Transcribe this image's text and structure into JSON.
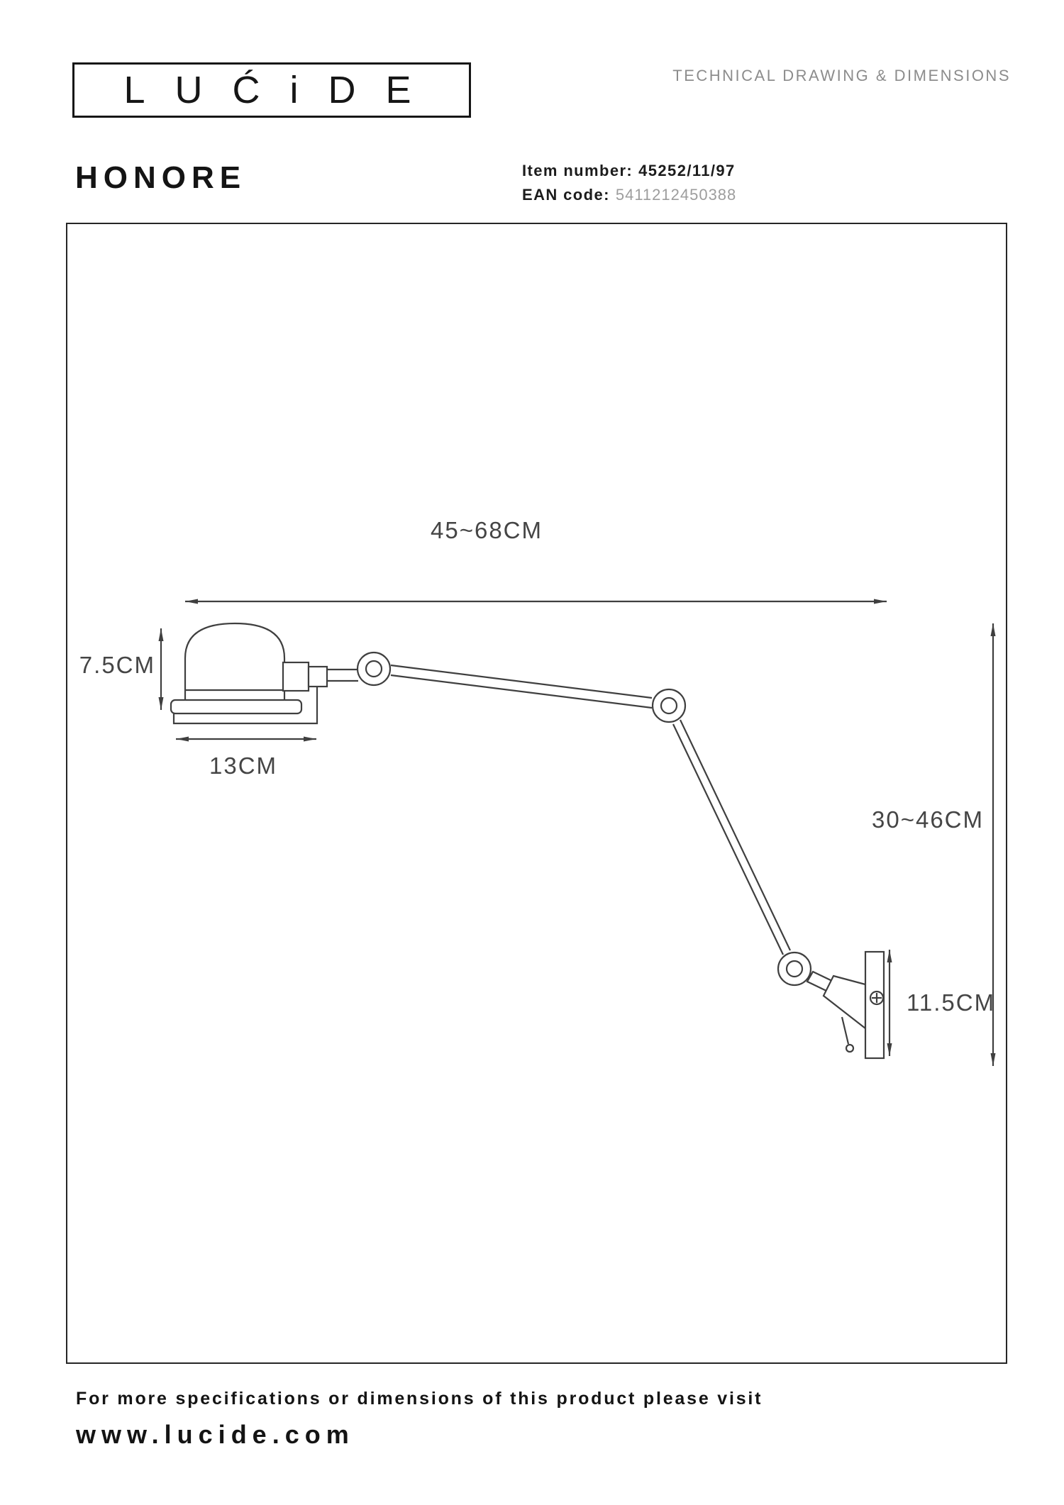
{
  "colors": {
    "ink": "#141414",
    "line": "#3f3f3f",
    "muted_gray": "#8c8c8c",
    "value_gray": "#9d9d9d"
  },
  "header": {
    "logo": "LUĆiDE",
    "doc_type": "TECHNICAL DRAWING & DIMENSIONS"
  },
  "product": {
    "name": "HONORE",
    "item_number_label": "Item number:",
    "item_number": "45252/11/97",
    "ean_label": "EAN code:",
    "ean_code": "5411212450388"
  },
  "drawing": {
    "dims": {
      "overall_width": "45~68CM",
      "head_height": "7.5CM",
      "head_width": "13CM",
      "drop_height": "30~46CM",
      "wall_plate_height": "11.5CM"
    }
  },
  "footer": {
    "note": "For more specifications or dimensions of this product please visit",
    "website": "www.lucide.com"
  }
}
